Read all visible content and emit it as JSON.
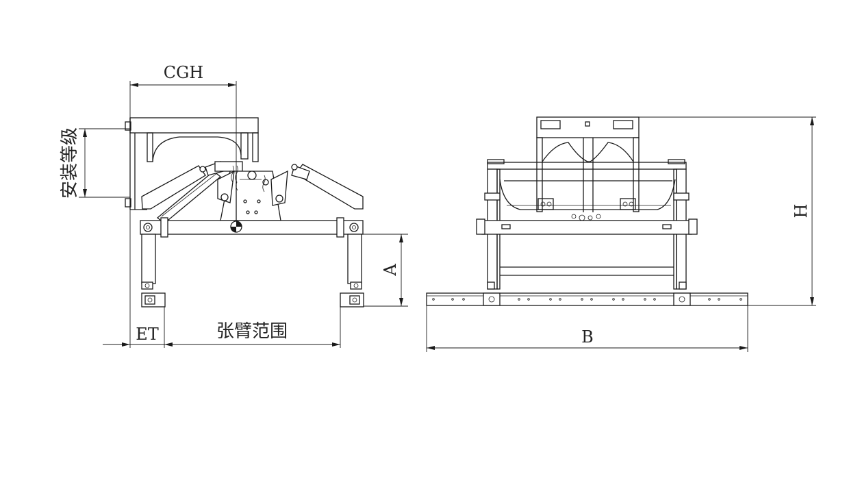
{
  "labels": {
    "cgh": "CGH",
    "mount_class": "安装等级",
    "a": "A",
    "et": "ET",
    "arm_range": "张臂范围",
    "b": "B",
    "h": "H"
  }
}
